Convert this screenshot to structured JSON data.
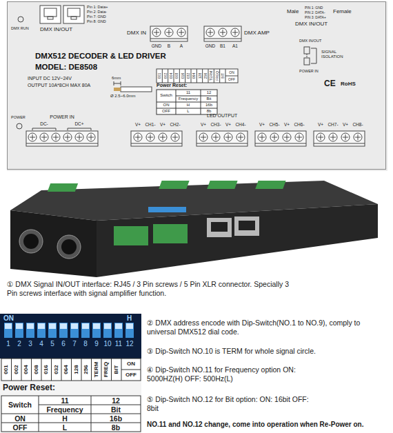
{
  "diagram": {
    "nodes": [
      {
        "text": [
          "DMX512 DECODER & LED DRIVER",
          "MODEL: DE8508"
        ]
      }
    ],
    "labels": [
      "DMX RUN",
      "DMX IN/OUT",
      "Pin 1: Data+",
      "Pin 2: Data-",
      "Pin 7: GND",
      "Pin 8: GND",
      "DMX IN",
      "GND",
      "B",
      "A",
      "GND",
      "B1",
      "A1",
      "DMX AMP",
      "Male",
      "PIN 1: GND",
      "PIN 2: DATA-",
      "PIN 3: DATA+",
      "Female",
      "DMX IN/OUT",
      "DMX IN/OUT",
      "SIGNAL ISOLATION",
      "POWER IN",
      "INPUT DC 12V~24V",
      "OUTPUT 10A*8CH MAX 80A",
      "6mm",
      "Ø 2.5~6.0mm",
      "001",
      "002",
      "004",
      "008",
      "016",
      "032",
      "064",
      "128",
      "256",
      "TERM",
      "FREQ",
      "BIT",
      "ON",
      "OFF",
      "Power Reset:",
      "Switch",
      "11",
      "12",
      "Frequency",
      "Bit",
      "ON",
      "H",
      "16b",
      "OFF",
      "L",
      "8b",
      "CE",
      "RoHS",
      "POWER",
      "POWER IN",
      "DC-",
      "DC+",
      "LED OUTPUT",
      "V+",
      "CH1-",
      "V+",
      "CH2-",
      "V+",
      "CH3-",
      "V+",
      "CH4-",
      "V+",
      "CH5-",
      "V+",
      "CH6-",
      "V+",
      "CH7-",
      "V+",
      "CH8-",
      "① DMX Signal IN/OUT interface: RJ45 / 3 Pin screws / 5 Pin XLR connector. Specially 3 Pin screws interface with signal amplifier function.",
      "ON",
      "H",
      "1",
      "2",
      "3",
      "4",
      "5",
      "6",
      "7",
      "8",
      "9",
      "10",
      "11",
      "12",
      "001",
      "002",
      "004",
      "008",
      "016",
      "032",
      "064",
      "128",
      "256",
      "TERM",
      "FREQ",
      "BIT",
      "ON",
      "OFF",
      "Power Reset:",
      "Switch",
      "11",
      "12",
      "Frequency",
      "Bit",
      "ON",
      "H",
      "16b",
      "OFF",
      "L",
      "8b",
      "② DMX address encode with Dip-Switch(NO.1 to NO.9), comply to universal DMX512 dial code.",
      "③ Dip-Switch NO.10 is TERM for whole signal circle.",
      "④ Dip-Switch NO.11 for Frequency option ON: 5000HZ(H) OFF: 500Hz(L)",
      "⑤ Dip-Switch NO.12 for Bit option: ON: 16bit OFF: 8bit",
      "NO.11 and NO.12 change, come into operation when Re-Power on."
    ]
  }
}
